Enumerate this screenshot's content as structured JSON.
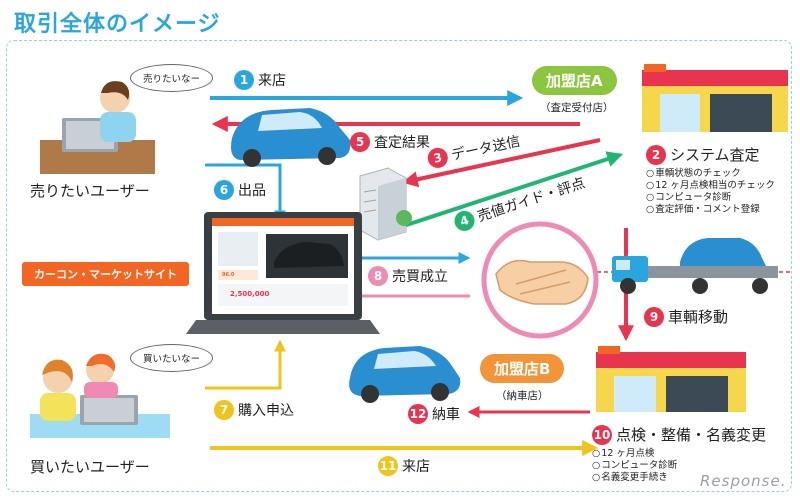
{
  "title": "取引全体のイメージ",
  "seller": {
    "label": "売りたいユーザー",
    "bubble": "売りたいなー"
  },
  "buyer": {
    "label": "買いたいユーザー",
    "bubble": "買いたいなー"
  },
  "store_a": {
    "name": "加盟店A",
    "role": "（査定受付店）"
  },
  "store_b": {
    "name": "加盟店B",
    "role": "（納車店）"
  },
  "site_label": "カーコン・マーケットサイト",
  "steps": {
    "s1": {
      "num": "1",
      "label": "来店",
      "color": "#2aa6df"
    },
    "s2": {
      "num": "2",
      "label": "システム査定",
      "color": "#e8344e"
    },
    "s3": {
      "num": "3",
      "label": "データ送信",
      "color": "#e8344e"
    },
    "s4": {
      "num": "4",
      "label": "売値ガイド・評点",
      "color": "#20b573"
    },
    "s5": {
      "num": "5",
      "label": "査定結果",
      "color": "#e8344e"
    },
    "s6": {
      "num": "6",
      "label": "出品",
      "color": "#2aa6df"
    },
    "s7": {
      "num": "7",
      "label": "購入申込",
      "color": "#f0c419"
    },
    "s8": {
      "num": "8",
      "label": "売買成立",
      "color": "#ef8ab4"
    },
    "s9": {
      "num": "9",
      "label": "車輌移動",
      "color": "#e8344e"
    },
    "s10": {
      "num": "10",
      "label": "点検・整備・名義変更",
      "color": "#e8344e"
    },
    "s11": {
      "num": "11",
      "label": "来店",
      "color": "#f0c419"
    },
    "s12": {
      "num": "12",
      "label": "納車",
      "color": "#e8344e"
    }
  },
  "s2_items": [
    "車輌状態のチェック",
    "12 ヶ月点検相当のチェック",
    "コンピュータ診断",
    "査定評価・コメント登録"
  ],
  "s10_items": [
    "12 ヶ月点検",
    "コンピュータ診断",
    "名義変更手続き"
  ],
  "laptop_screen": {
    "price_1": "96.0",
    "price_2": "2,500,000"
  },
  "watermark": "Response.",
  "colors": {
    "blue": "#2aa6df",
    "red": "#e8344e",
    "green": "#20b573",
    "yellow": "#f0c419",
    "pink": "#ef8ab4",
    "store_a": "#8cc63f",
    "store_b": "#f29437"
  }
}
